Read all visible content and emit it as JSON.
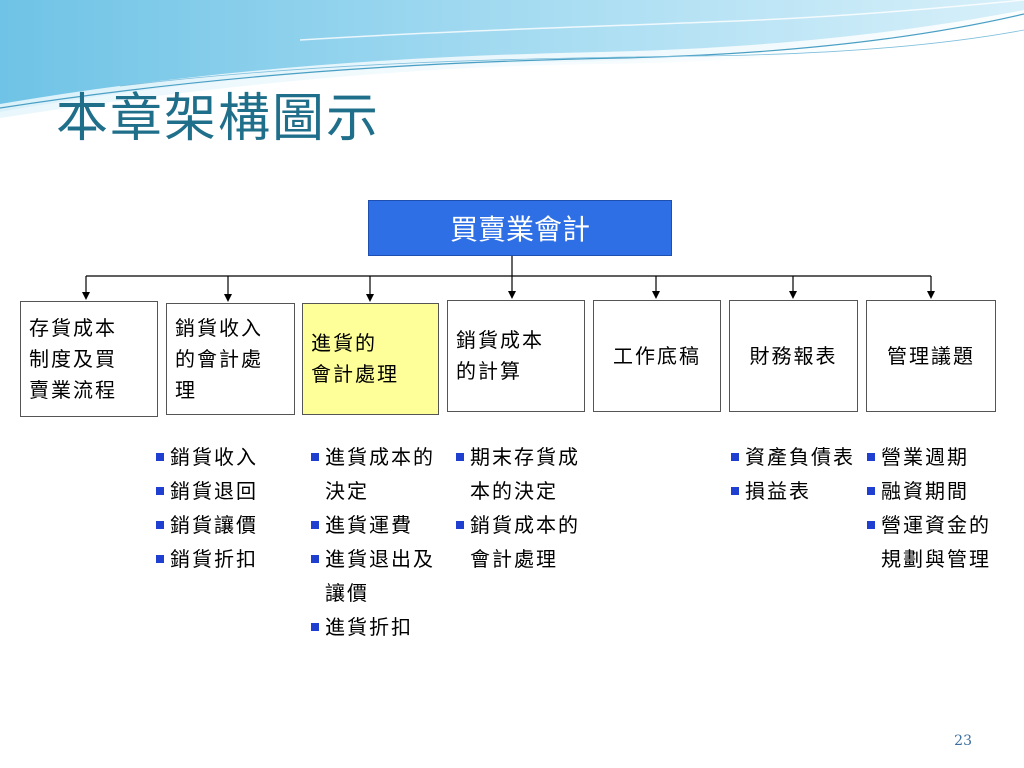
{
  "title": "本章架構圖示",
  "root": {
    "label": "買賣業會計",
    "color": "#2e6fe6"
  },
  "nodes": [
    {
      "id": "inventory-cost-system",
      "lines": [
        "存貨成本",
        "制度及買",
        "賣業流程"
      ]
    },
    {
      "id": "sales-revenue-accounting",
      "lines": [
        "銷貨收入",
        "的會計處",
        "理"
      ]
    },
    {
      "id": "purchase-accounting",
      "lines": [
        "進貨的",
        "會計處理"
      ],
      "highlighted": true,
      "highlight_color": "#ffff99"
    },
    {
      "id": "cost-of-goods-sold",
      "lines": [
        "銷貨成本",
        "的計算"
      ]
    },
    {
      "id": "worksheet",
      "lines": [
        "工作底稿"
      ]
    },
    {
      "id": "financial-statements",
      "lines": [
        "財務報表"
      ]
    },
    {
      "id": "management-issues",
      "lines": [
        "管理議題"
      ]
    }
  ],
  "sublists": {
    "sales-revenue-accounting": [
      "銷貨收入",
      "銷貨退回",
      "銷貨讓價",
      "銷貨折扣"
    ],
    "purchase-accounting": [
      "進貨成本的決定",
      "進貨運費",
      "進貨退出及讓價",
      "進貨折扣"
    ],
    "cost-of-goods-sold": [
      "期末存貨成本的決定",
      "銷貨成本的會計處理"
    ],
    "financial-statements": [
      "資產負債表",
      "損益表"
    ],
    "management-issues": [
      "營業週期",
      "融資期間",
      "營運資金的規劃與管理"
    ]
  },
  "bullet_color": "#1f3fd0",
  "page_number": "23"
}
